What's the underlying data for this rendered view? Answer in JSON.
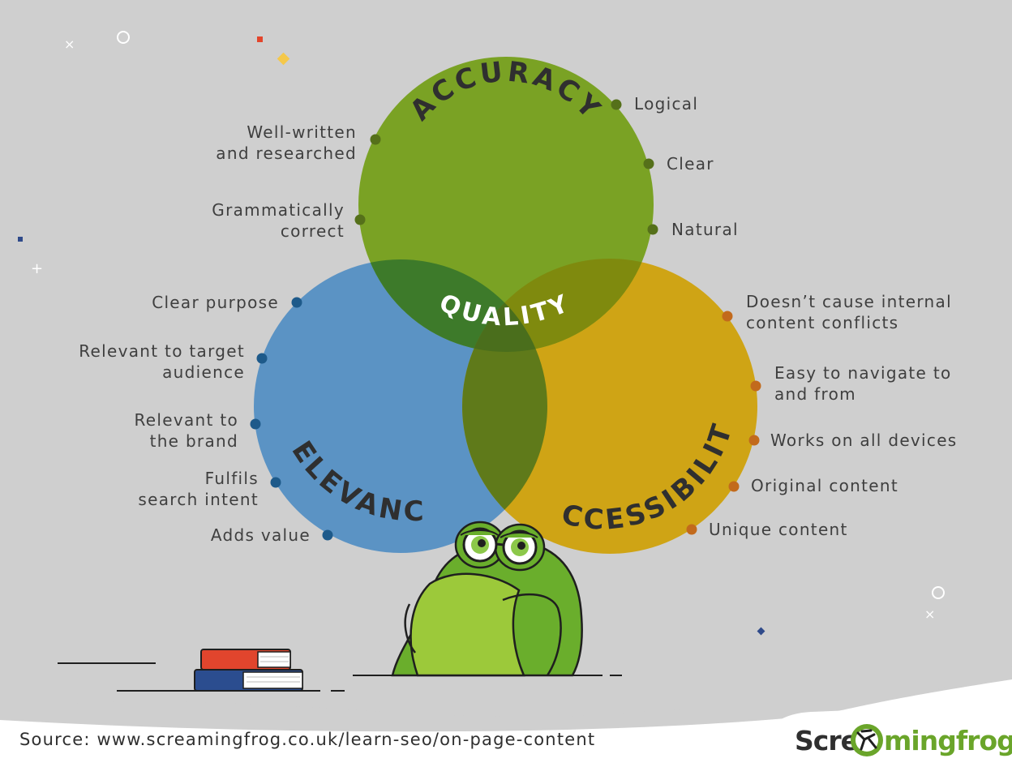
{
  "circles": {
    "accuracy": {
      "title": "ACCURACY",
      "color": "#7aa224"
    },
    "relevancy": {
      "title": "RELEVANCY",
      "color": "#5b93c4"
    },
    "accessibility": {
      "title": "ACCESSIBILITY",
      "color": "#cfa415"
    },
    "center": {
      "title": "QUALITY"
    }
  },
  "accuracy_items": {
    "well_written": [
      "Well-written",
      "and researched"
    ],
    "grammatically": [
      "Grammatically",
      "correct"
    ],
    "logical": "Logical",
    "clear": "Clear",
    "natural": "Natural"
  },
  "relevancy_items": {
    "clear_purpose": "Clear purpose",
    "target_audience": [
      "Relevant to target",
      "audience"
    ],
    "the_brand": [
      "Relevant to",
      "the brand"
    ],
    "search_intent": [
      "Fulfils",
      "search intent"
    ],
    "adds_value": "Adds value"
  },
  "accessibility_items": {
    "conflicts": [
      "Doesn’t cause internal",
      "content conflicts"
    ],
    "navigate": [
      "Easy to navigate to",
      "and from"
    ],
    "devices": "Works on all devices",
    "original": "Original content",
    "unique": "Unique content"
  },
  "colors": {
    "background": "#cfcfcf",
    "accuracy_dot": "#55701a",
    "relevancy_dot": "#1e5a8a",
    "accessibility_dot": "#c26a1c",
    "footer": "#ffffff",
    "frog": "#6aae2c"
  },
  "footer": {
    "source": "Source: www.screamingfrog.co.uk/learn-seo/on-page-content",
    "logo_left": "Scre",
    "logo_right": "mingfrog"
  }
}
